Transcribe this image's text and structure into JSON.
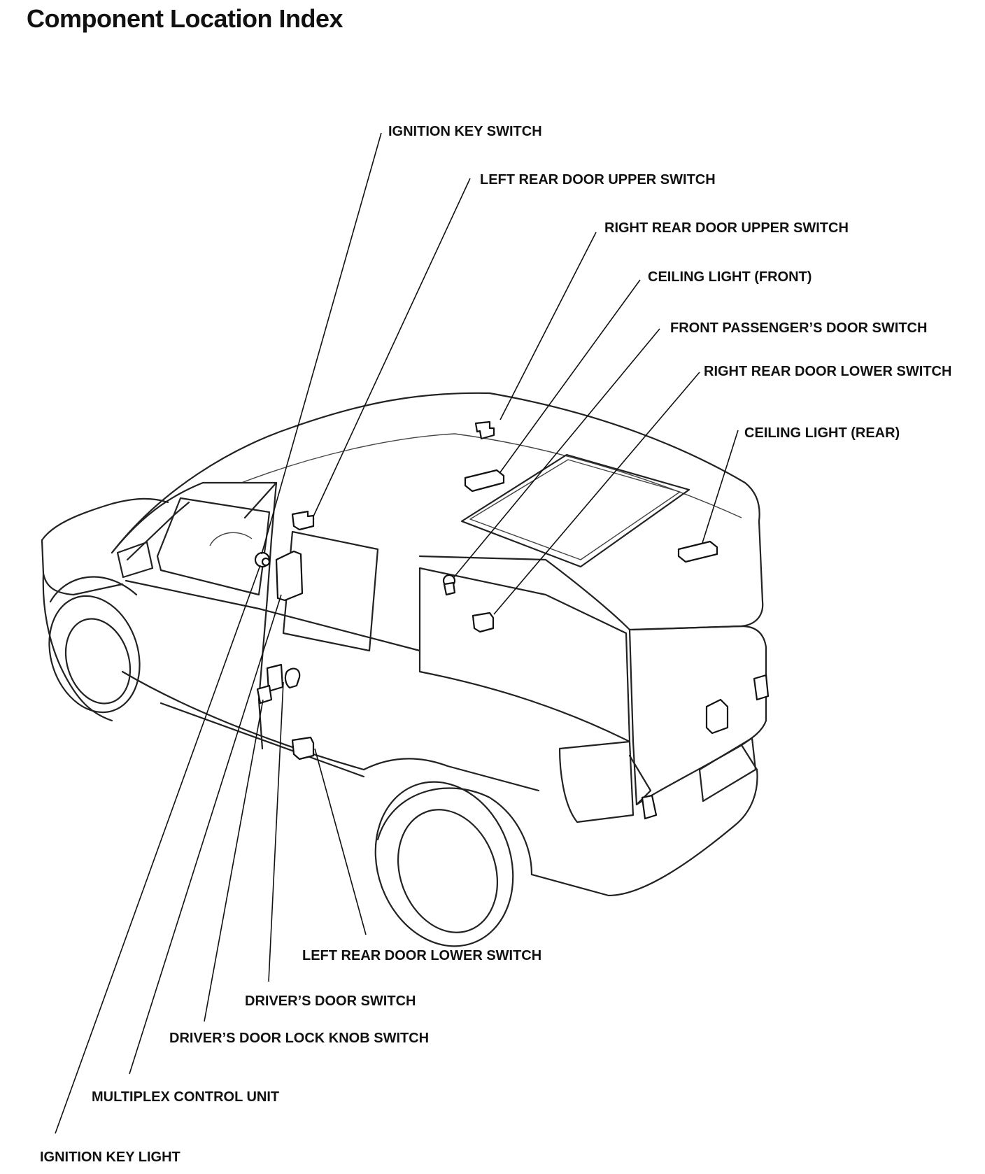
{
  "page": {
    "title": "Component Location Index"
  },
  "labels": {
    "ignition_key_switch": "IGNITION KEY SWITCH",
    "left_rear_door_upper_switch": "LEFT REAR DOOR UPPER SWITCH",
    "right_rear_door_upper_switch": "RIGHT REAR DOOR UPPER SWITCH",
    "ceiling_light_front": "CEILING LIGHT (FRONT)",
    "front_passengers_door_switch": "FRONT PASSENGER’S DOOR SWITCH",
    "right_rear_door_lower_switch": "RIGHT REAR DOOR LOWER SWITCH",
    "ceiling_light_rear": "CEILING LIGHT (REAR)",
    "left_rear_door_lower_switch": "LEFT REAR DOOR LOWER SWITCH",
    "drivers_door_switch": "DRIVER’S DOOR SWITCH",
    "drivers_door_lock_knob_switch": "DRIVER’S DOOR LOCK KNOB SWITCH",
    "multiplex_control_unit": "MULTIPLEX CONTROL UNIT",
    "ignition_key_light": "IGNITION KEY LIGHT"
  }
}
